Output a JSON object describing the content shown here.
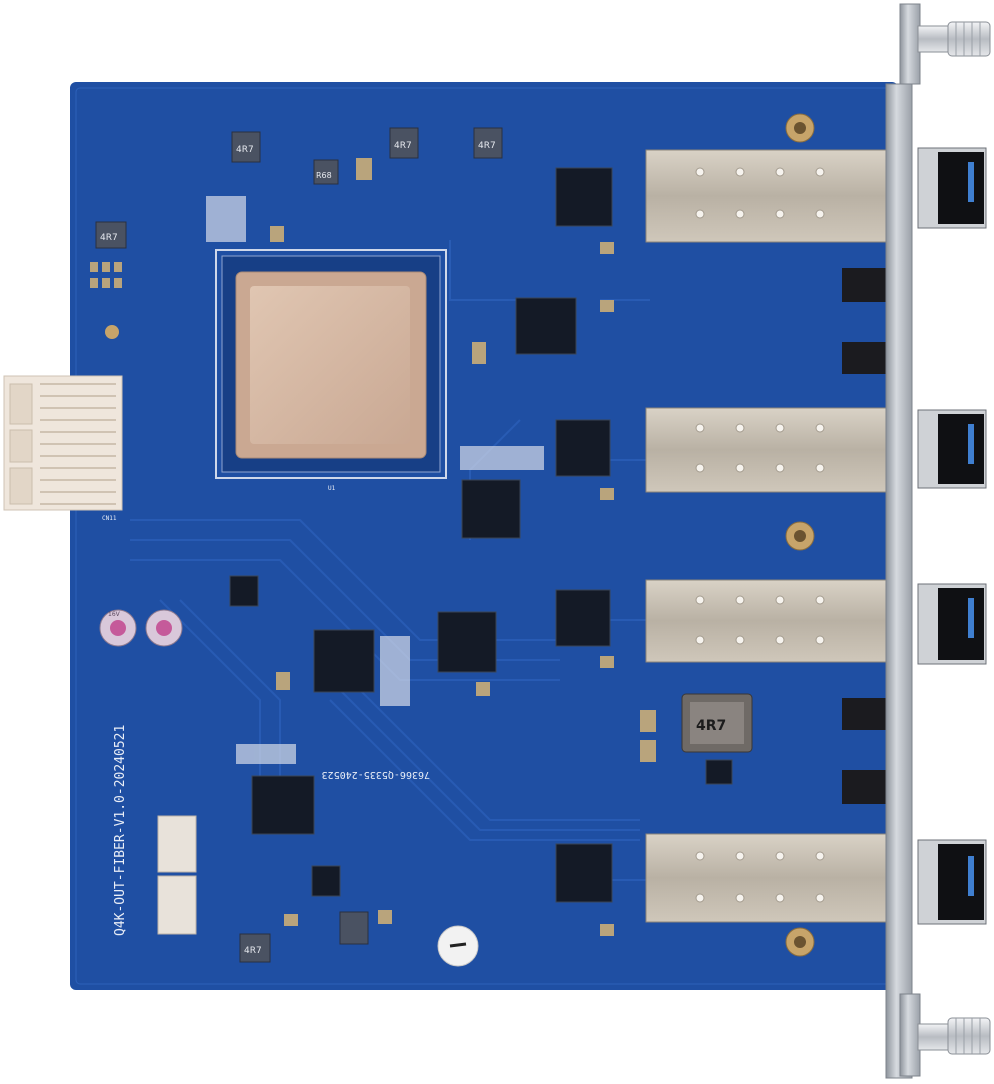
{
  "board": {
    "silkscreen_id": "Q4K-OUT-FIBER-V1.0-20240521",
    "serial_text": "76366-Q5335-240523",
    "inductor_main": "4R7",
    "inductor_small": "4R7",
    "resistor_r68": "R68",
    "connector_label": "CN11",
    "chip_label_u1": "U1",
    "capacitor_rating": "16V"
  },
  "colors": {
    "pcb": "#1f4fa3",
    "pcb_dark": "#173f86",
    "trace": "#2a5db6",
    "bracket": "#b7bcc4",
    "cage": "#c9c2b6",
    "chip_lid": "#d4b8a4",
    "connector": "#efe6dc"
  }
}
